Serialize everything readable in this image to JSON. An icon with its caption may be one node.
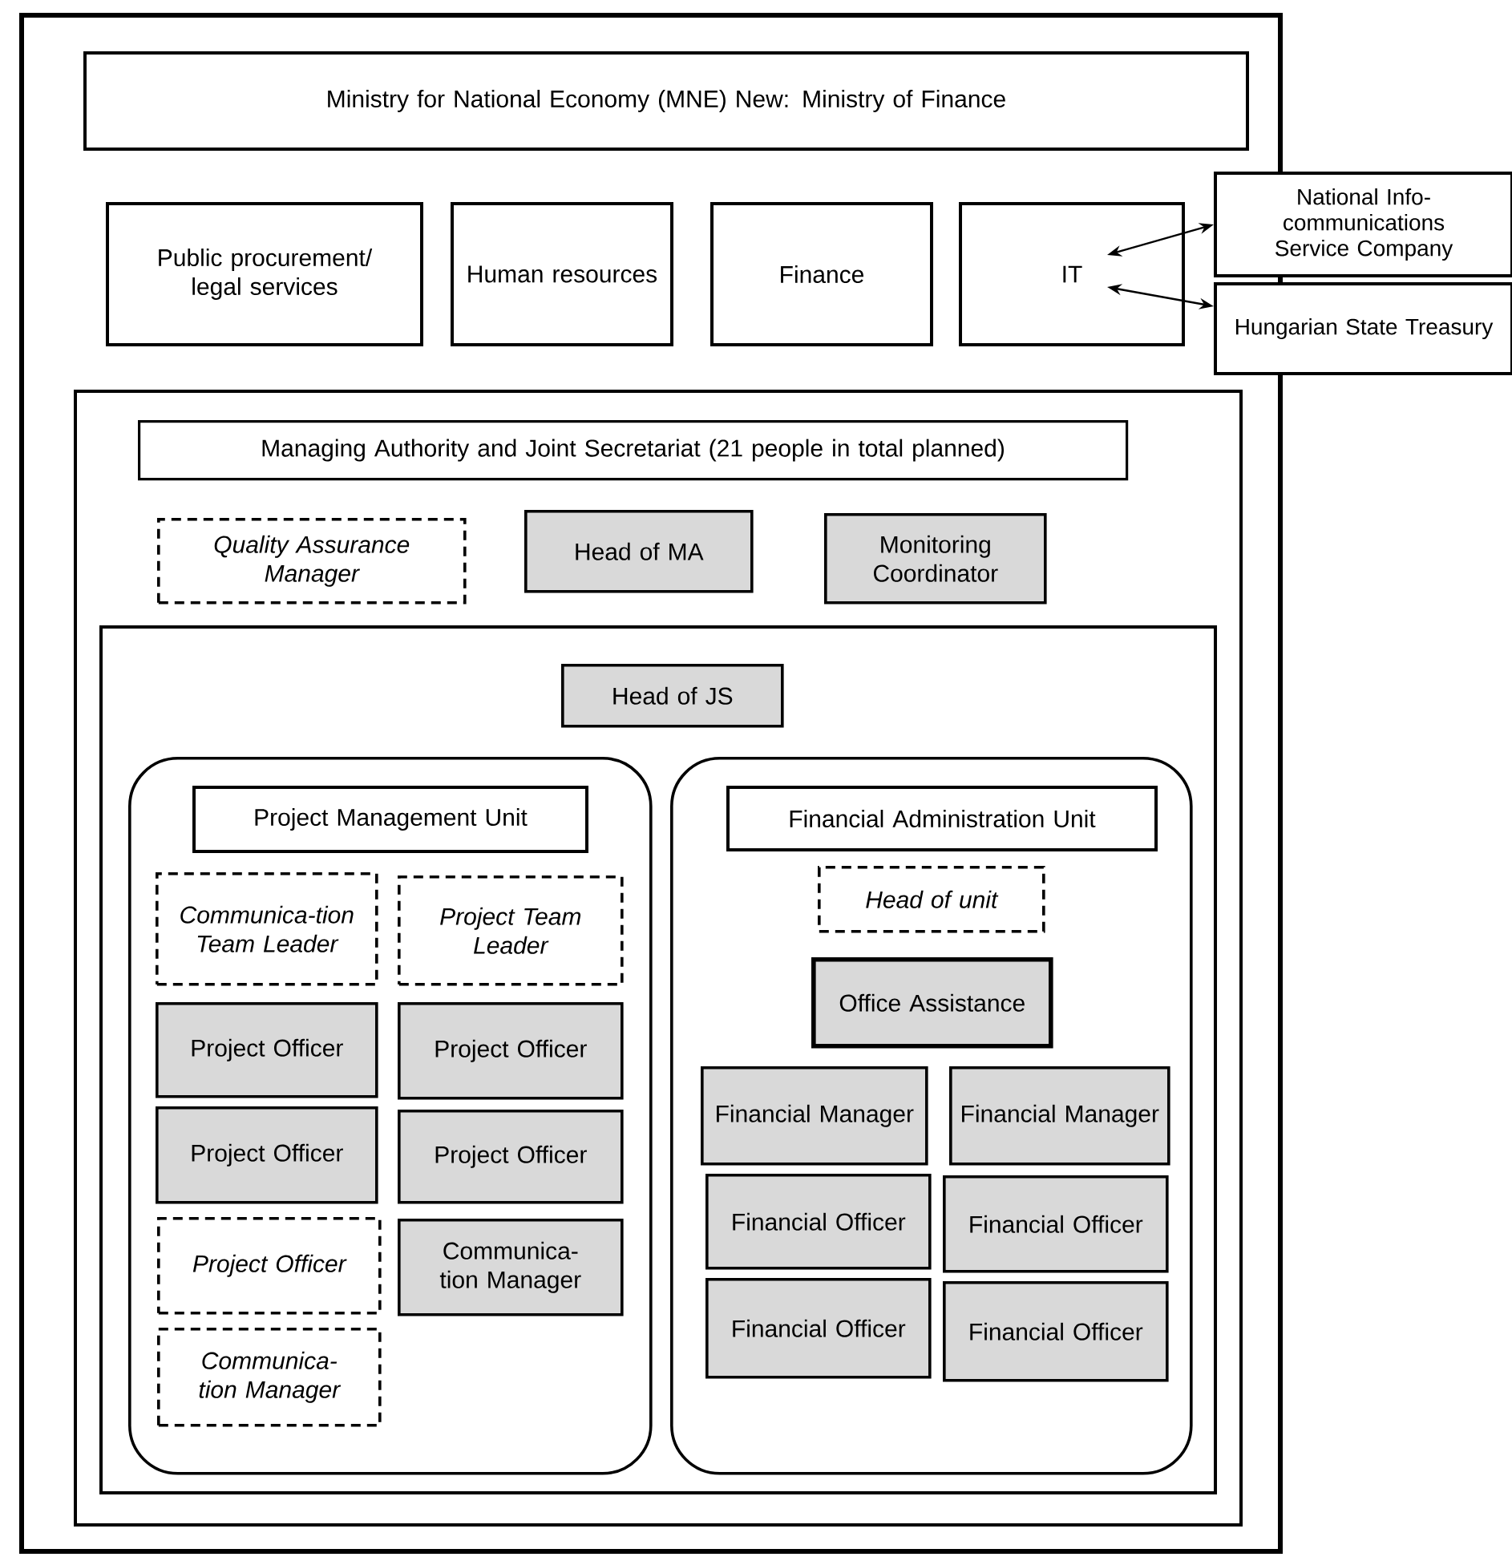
{
  "diagram": {
    "nodes": [
      {
        "text": [],
        "shape": "box"
      },
      {
        "text": [
          "Ministry for National Economy (MNE) New: Ministry of Finance"
        ],
        "in": 0
      },
      {
        "text": [
          "Public procurement/ legal services"
        ],
        "in": 0
      },
      {
        "text": [
          "Human resources"
        ],
        "in": 0
      },
      {
        "text": [
          "Finance"
        ],
        "in": 0
      },
      {
        "text": [
          "IT"
        ],
        "in": 0
      },
      {
        "text": [
          "National Info-communications Service Company"
        ]
      },
      {
        "text": [
          "Hungarian State Treasury"
        ]
      },
      {
        "text": [],
        "shape": "box",
        "in": 0
      },
      {
        "text": [
          "Managing Authority and Joint Secretariat (21 people in total planned)"
        ],
        "in": 8
      },
      {
        "text": [
          "Quality Assurance Manager"
        ],
        "in": 8
      },
      {
        "text": [
          "Head of MA"
        ],
        "in": 8
      },
      {
        "text": [
          "Monitoring Coordinator"
        ],
        "in": 8
      },
      {
        "text": [],
        "shape": "box",
        "in": 8
      },
      {
        "text": [
          "Head of JS"
        ],
        "in": 13
      },
      {
        "text": [],
        "shape": "box",
        "in": 13
      },
      {
        "text": [],
        "shape": "box",
        "in": 13
      },
      {
        "text": [
          "Project Management Unit"
        ],
        "in": 15
      },
      {
        "text": [
          "Communica-tion Team Leader"
        ],
        "in": 15
      },
      {
        "text": [
          "Project Team Leader"
        ],
        "in": 15
      },
      {
        "text": [
          "Project Officer"
        ],
        "in": 15
      },
      {
        "text": [
          "Project Officer"
        ],
        "in": 15
      },
      {
        "text": [
          "Project Officer"
        ],
        "in": 15
      },
      {
        "text": [
          "Project Officer"
        ],
        "in": 15
      },
      {
        "text": [
          "Project Officer"
        ],
        "in": 15
      },
      {
        "text": [
          "Communica-tion Manager"
        ],
        "in": 15
      },
      {
        "text": [
          "Communica-tion Manager"
        ],
        "in": 15
      },
      {
        "text": [
          "Financial Administration Unit"
        ],
        "in": 16
      },
      {
        "text": [
          "Head of unit"
        ],
        "in": 16
      },
      {
        "text": [
          "Office Assistance"
        ],
        "in": 16
      },
      {
        "text": [
          "Financial Manager"
        ],
        "in": 16
      },
      {
        "text": [
          "Financial Manager"
        ],
        "in": 16
      },
      {
        "text": [
          "Financial Officer"
        ],
        "in": 16
      },
      {
        "text": [
          "Financial Officer"
        ],
        "in": 16
      },
      {
        "text": [
          "Financial Officer"
        ],
        "in": 16
      },
      {
        "text": [
          "Financial Officer"
        ],
        "in": 16
      }
    ],
    "edges": [
      {
        "from": 5,
        "to": 6,
        "arrow": "both"
      },
      {
        "from": 5,
        "to": 7,
        "arrow": "both"
      }
    ]
  }
}
